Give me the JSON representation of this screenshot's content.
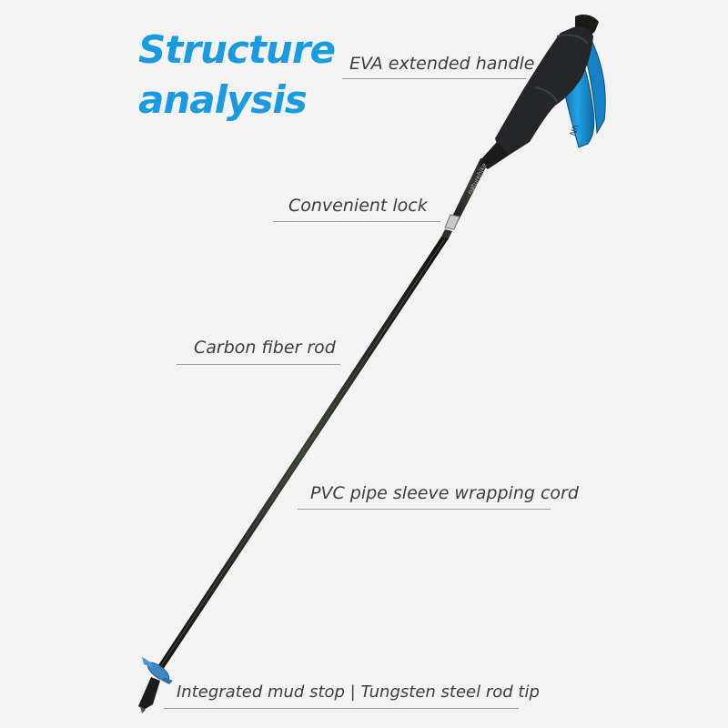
{
  "title": {
    "line1": "Structure",
    "line2": "analysis"
  },
  "callouts": {
    "handle": "EVA extended handle",
    "lock": "Convenient lock",
    "rod": "Carbon fiber rod",
    "sleeve": "PVC pipe sleeve wrapping cord",
    "tip": "Integrated mud stop | Tungsten steel rod tip"
  },
  "colors": {
    "background": "#f3f3f3",
    "title": "#1a9be0",
    "callout_text": "#3d3d3d",
    "leader_line": "#9a9a9a",
    "pole": "#1c1f1a",
    "strap": "#1b8fd0",
    "mud_stop": "#3f87c2"
  }
}
